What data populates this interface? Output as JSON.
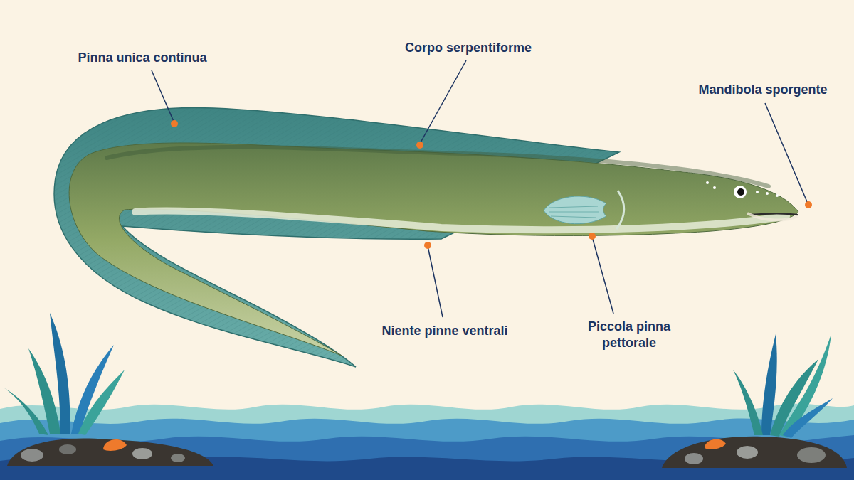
{
  "diagram": {
    "labels": [
      "Pinna unica continua",
      "Corpo serpentiforme",
      "Mandibola sporgente",
      "Niente pinne ventrali",
      "Piccola pinna pettorale"
    ]
  }
}
